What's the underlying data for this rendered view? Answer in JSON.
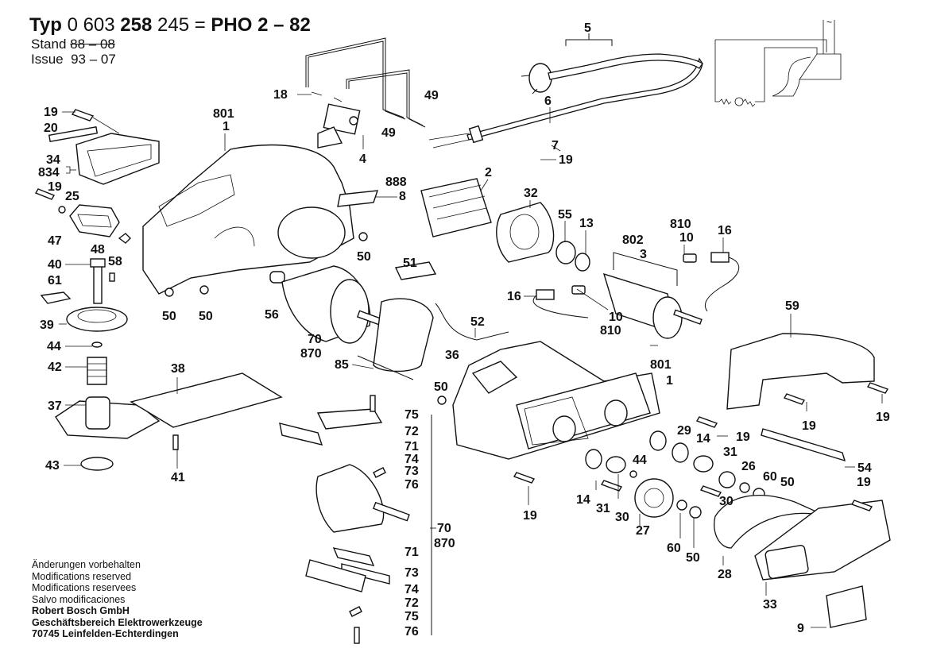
{
  "header": {
    "typ_label": "Typ",
    "part_prefix": "0 603",
    "part_bold": "258",
    "part_suffix": "245",
    "equals": "=",
    "model": "PHO 2 – 82",
    "stand_label": "Stand",
    "stand_value_struck": "88 – 08",
    "issue_label": "Issue",
    "issue_value": "93 – 07"
  },
  "footer": {
    "lines": [
      "Änderungen vorbehalten",
      "Modifications reserved",
      "Modifications reservees",
      "Salvo modificaciones"
    ],
    "company": "Robert Bosch GmbH",
    "division": "Geschäftsbereich Elektrowerkzeuge",
    "address": "70745 Leinfelden-Echterdingen"
  },
  "wiring_diagram": {
    "supply_symbol": "~",
    "components": [
      "switch",
      "motor",
      "field-resistor-left",
      "field-resistor-right"
    ]
  },
  "callouts": [
    {
      "id": "c5",
      "text": "5"
    },
    {
      "id": "c6",
      "text": "6"
    },
    {
      "id": "c7",
      "text": "7"
    },
    {
      "id": "c19a",
      "text": "19"
    },
    {
      "id": "c18",
      "text": "18"
    },
    {
      "id": "c49a",
      "text": "49"
    },
    {
      "id": "c49b",
      "text": "49"
    },
    {
      "id": "c4",
      "text": "4"
    },
    {
      "id": "c801a",
      "text": "801"
    },
    {
      "id": "c1a",
      "text": "1"
    },
    {
      "id": "c888",
      "text": "888"
    },
    {
      "id": "c8",
      "text": "8"
    },
    {
      "id": "c2",
      "text": "2"
    },
    {
      "id": "c32",
      "text": "32"
    },
    {
      "id": "c55",
      "text": "55"
    },
    {
      "id": "c13",
      "text": "13"
    },
    {
      "id": "c802",
      "text": "802"
    },
    {
      "id": "c3",
      "text": "3"
    },
    {
      "id": "c810a",
      "text": "810"
    },
    {
      "id": "c10a",
      "text": "10"
    },
    {
      "id": "c16a",
      "text": "16"
    },
    {
      "id": "c16b",
      "text": "16"
    },
    {
      "id": "c10b",
      "text": "10"
    },
    {
      "id": "c810b",
      "text": "810"
    },
    {
      "id": "c19b",
      "text": "19"
    },
    {
      "id": "c20",
      "text": "20"
    },
    {
      "id": "c34",
      "text": "34"
    },
    {
      "id": "c834",
      "text": "834"
    },
    {
      "id": "c19c",
      "text": "19"
    },
    {
      "id": "c25",
      "text": "25"
    },
    {
      "id": "c47",
      "text": "47"
    },
    {
      "id": "c48",
      "text": "48"
    },
    {
      "id": "c40",
      "text": "40"
    },
    {
      "id": "c58",
      "text": "58"
    },
    {
      "id": "c61",
      "text": "61"
    },
    {
      "id": "c39",
      "text": "39"
    },
    {
      "id": "c44a",
      "text": "44"
    },
    {
      "id": "c42",
      "text": "42"
    },
    {
      "id": "c37",
      "text": "37"
    },
    {
      "id": "c43",
      "text": "43"
    },
    {
      "id": "c38",
      "text": "38"
    },
    {
      "id": "c41",
      "text": "41"
    },
    {
      "id": "c50a",
      "text": "50"
    },
    {
      "id": "c50b",
      "text": "50"
    },
    {
      "id": "c50c",
      "text": "50"
    },
    {
      "id": "c56",
      "text": "56"
    },
    {
      "id": "c51",
      "text": "51"
    },
    {
      "id": "c52",
      "text": "52"
    },
    {
      "id": "c70a",
      "text": "70"
    },
    {
      "id": "c870a",
      "text": "870"
    },
    {
      "id": "c36",
      "text": "36"
    },
    {
      "id": "c85",
      "text": "85"
    },
    {
      "id": "c801b",
      "text": "801"
    },
    {
      "id": "c1b",
      "text": "1"
    },
    {
      "id": "c50d",
      "text": "50"
    },
    {
      "id": "c59",
      "text": "59"
    },
    {
      "id": "c19d",
      "text": "19"
    },
    {
      "id": "c19e",
      "text": "19"
    },
    {
      "id": "c29",
      "text": "29"
    },
    {
      "id": "c14a",
      "text": "14"
    },
    {
      "id": "c19f",
      "text": "19"
    },
    {
      "id": "c31a",
      "text": "31"
    },
    {
      "id": "c26",
      "text": "26"
    },
    {
      "id": "c60a",
      "text": "60"
    },
    {
      "id": "c50e",
      "text": "50"
    },
    {
      "id": "c54",
      "text": "54"
    },
    {
      "id": "c19g",
      "text": "19"
    },
    {
      "id": "c14b",
      "text": "14"
    },
    {
      "id": "c31b",
      "text": "31"
    },
    {
      "id": "c44b",
      "text": "44"
    },
    {
      "id": "c30a",
      "text": "30"
    },
    {
      "id": "c30b",
      "text": "30"
    },
    {
      "id": "c27",
      "text": "27"
    },
    {
      "id": "c60b",
      "text": "60"
    },
    {
      "id": "c50f",
      "text": "50"
    },
    {
      "id": "c28",
      "text": "28"
    },
    {
      "id": "c33",
      "text": "33"
    },
    {
      "id": "c9",
      "text": "9"
    },
    {
      "id": "c19h",
      "text": "19"
    },
    {
      "id": "c75a",
      "text": "75"
    },
    {
      "id": "c72a",
      "text": "72"
    },
    {
      "id": "c71a",
      "text": "71"
    },
    {
      "id": "c74a",
      "text": "74"
    },
    {
      "id": "c73a",
      "text": "73"
    },
    {
      "id": "c76a",
      "text": "76"
    },
    {
      "id": "c70b",
      "text": "70"
    },
    {
      "id": "c870b",
      "text": "870"
    },
    {
      "id": "c71b",
      "text": "71"
    },
    {
      "id": "c73b",
      "text": "73"
    },
    {
      "id": "c74b",
      "text": "74"
    },
    {
      "id": "c72b",
      "text": "72"
    },
    {
      "id": "c75b",
      "text": "75"
    },
    {
      "id": "c76b",
      "text": "76"
    }
  ]
}
